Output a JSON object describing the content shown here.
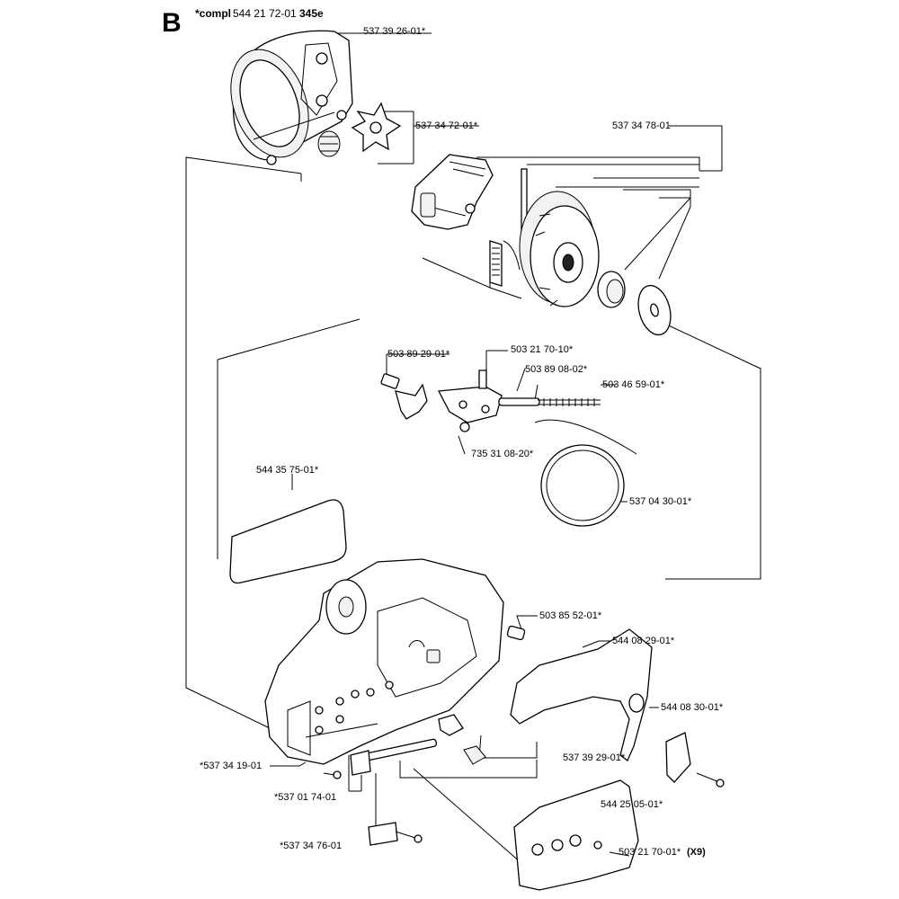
{
  "header": {
    "section_letter": "B",
    "compl_prefix": "*compl",
    "compl_number": "544 21 72-01",
    "model": "345e"
  },
  "labels": {
    "p537392601": "537 39 26-01*",
    "p537347201": "537 34 72-01*",
    "p537347801": "537 34 78-01",
    "p503892901": "503 89 29-01*",
    "p503217010": "503 21 70-10*",
    "p503890802": "503 89 08-02*",
    "p503465901": "503 46 59-01*",
    "p735310820": "735 31 08-20*",
    "p544357501": "544 35 75-01*",
    "p537043001": "537 04 30-01*",
    "p503855201": "503 85 52-01*",
    "p544082901": "544 08 29-01*",
    "p544083001": "544 08 30-01*",
    "p537341901": "*537 34 19-01",
    "p537392901": "537 39 29-01*",
    "p537017401": "*537 01 74-01",
    "p544250501": "544 25 05-01*",
    "p537347601": "*537 34 76-01",
    "p503217001": "503 21 70-01*",
    "p503217001_qty": "(X9)"
  }
}
